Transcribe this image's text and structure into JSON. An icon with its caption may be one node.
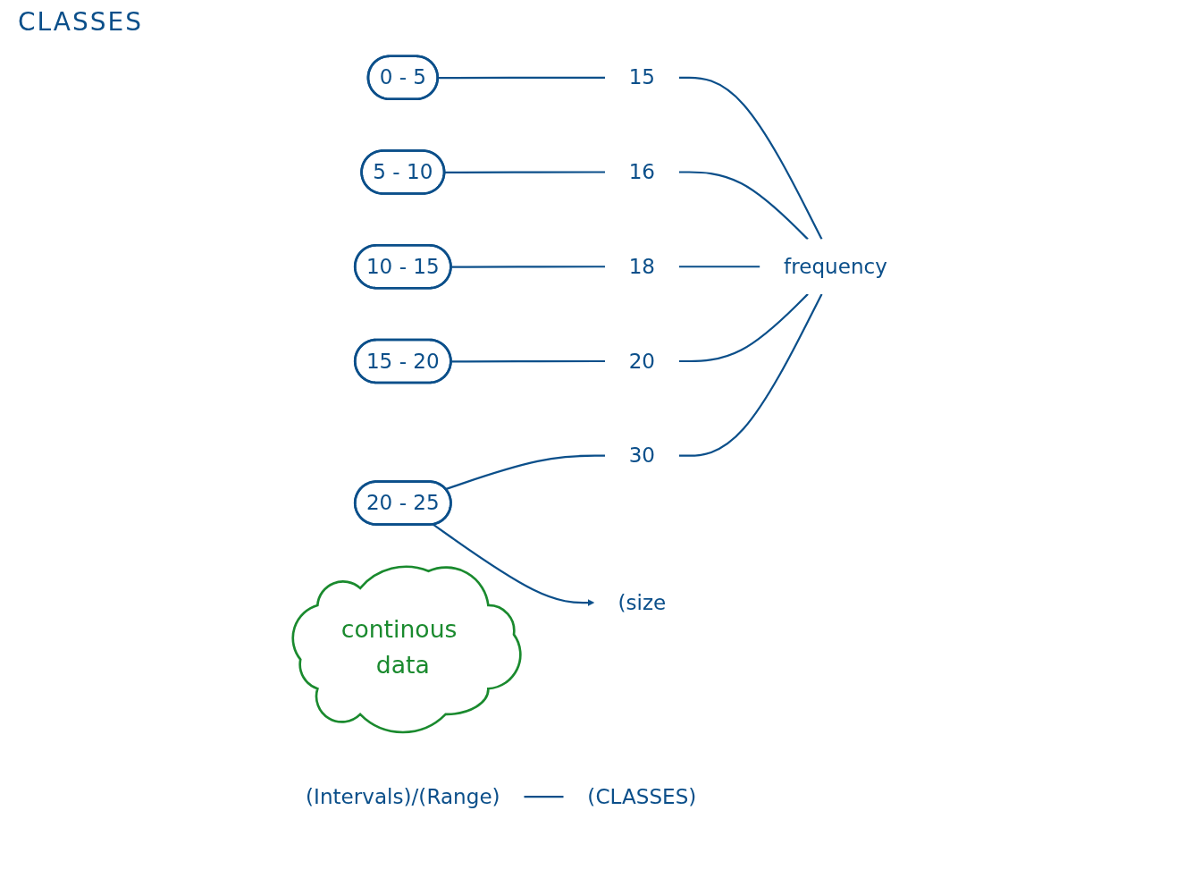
{
  "diagram": {
    "nodes": [
      {
        "text": [
          "0 - 5"
        ]
      },
      {
        "text": [
          "5 - 10"
        ]
      },
      {
        "text": [
          "10 - 15"
        ]
      },
      {
        "text": [
          "15 - 20"
        ]
      },
      {
        "text": [
          "20 - 25"
        ]
      },
      {
        "text": [
          "15"
        ]
      },
      {
        "text": [
          "16"
        ]
      },
      {
        "text": [
          "18"
        ]
      },
      {
        "text": [
          "20"
        ]
      },
      {
        "text": [
          "30"
        ]
      },
      {
        "text": [
          "(size"
        ]
      },
      {
        "text": [
          "frequency"
        ]
      },
      {
        "text": [
          "continous data"
        ]
      },
      {
        "text": [
          "(Intervals)/(Range)"
        ]
      },
      {
        "text": [
          "(CLASSES)"
        ]
      }
    ],
    "edges": [
      {
        "from": 0,
        "to": 5,
        "arrow": "none"
      },
      {
        "from": 1,
        "to": 6,
        "arrow": "none"
      },
      {
        "from": 2,
        "to": 7,
        "arrow": "none"
      },
      {
        "from": 3,
        "to": 8,
        "arrow": "none"
      },
      {
        "from": 4,
        "to": 9,
        "arrow": "none"
      },
      {
        "from": 4,
        "to": 10,
        "arrow": "to"
      },
      {
        "from": 5,
        "to": 11,
        "arrow": "none"
      },
      {
        "from": 6,
        "to": 11,
        "arrow": "none"
      },
      {
        "from": 7,
        "to": 11,
        "arrow": "none"
      },
      {
        "from": 8,
        "to": 11,
        "arrow": "none"
      },
      {
        "from": 9,
        "to": 11,
        "arrow": "none"
      },
      {
        "from": 13,
        "to": 14,
        "arrow": "none"
      }
    ],
    "labels": [
      "CLASSES"
    ]
  }
}
